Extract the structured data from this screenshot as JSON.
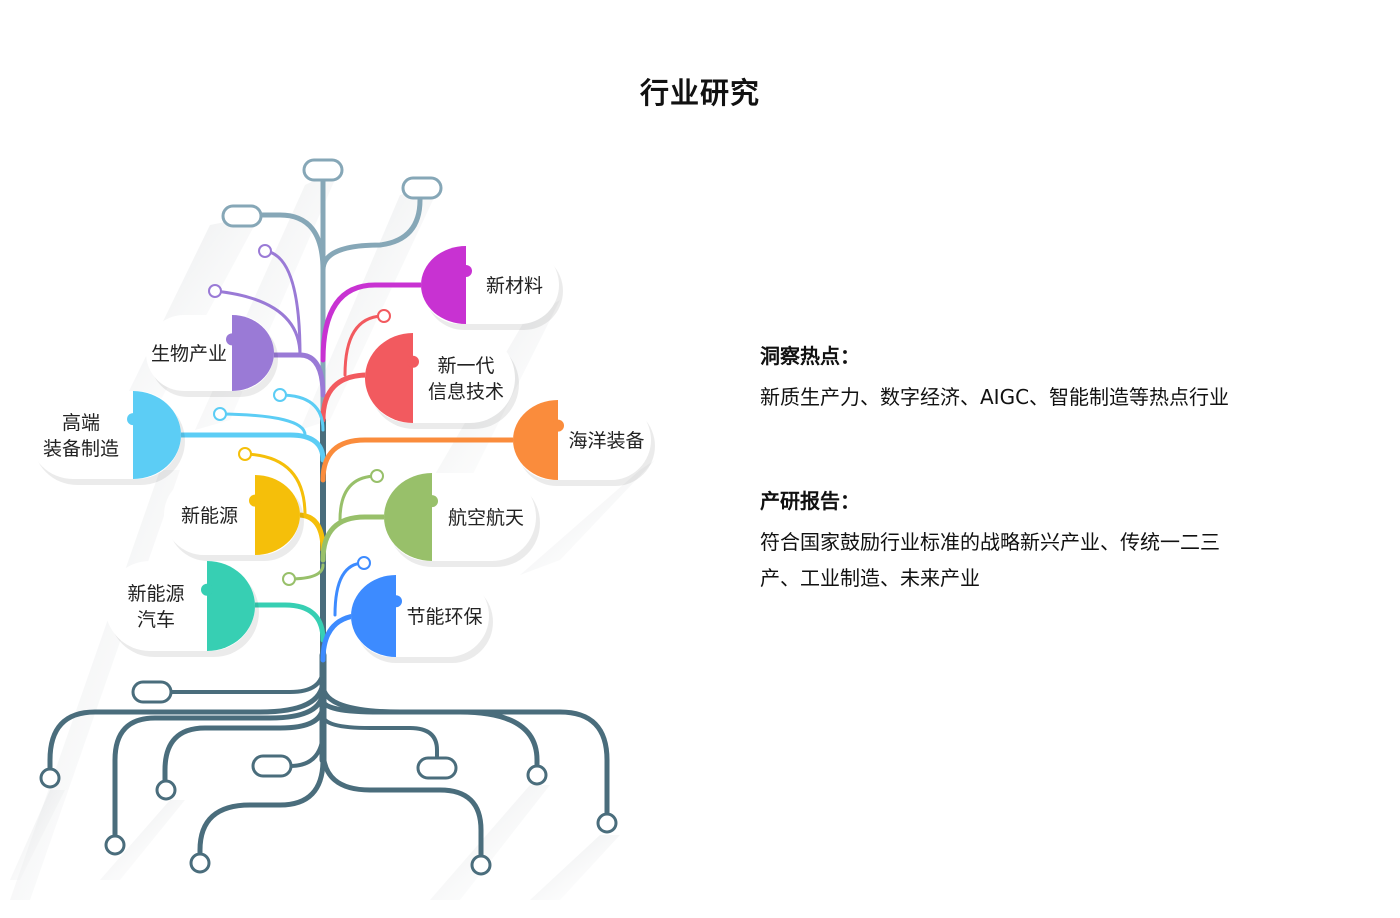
{
  "title": "行业研究",
  "leaves": [
    {
      "id": "new-materials",
      "lines": [
        "新材料"
      ],
      "color": "#c832d2"
    },
    {
      "id": "biotech",
      "lines": [
        "生物产业"
      ],
      "color": "#9a7ad6"
    },
    {
      "id": "next-gen-it",
      "lines": [
        "新一代",
        "信息技术"
      ],
      "color": "#f25a5f"
    },
    {
      "id": "high-end-equipment",
      "lines": [
        "高端",
        "装备制造"
      ],
      "color": "#5ccdf5"
    },
    {
      "id": "marine-equipment",
      "lines": [
        "海洋装备"
      ],
      "color": "#fa8c3c"
    },
    {
      "id": "new-energy",
      "lines": [
        "新能源"
      ],
      "color": "#f5bf0a"
    },
    {
      "id": "aerospace",
      "lines": [
        "航空航天"
      ],
      "color": "#98c06a"
    },
    {
      "id": "new-energy-vehicles",
      "lines": [
        "新能源",
        "汽车"
      ],
      "color": "#37cfb3"
    },
    {
      "id": "energy-saving",
      "lines": [
        "节能环保"
      ],
      "color": "#3d8bff"
    }
  ],
  "info": {
    "insights": {
      "heading": "洞察热点：",
      "body": "新质生产力、数字经济、AIGC、智能制造等热点行业"
    },
    "reports": {
      "heading": "产研报告：",
      "body": "符合国家鼓励行业标准的战略新兴产业、传统一二三产、工业制造、未来产业"
    }
  },
  "colors": {
    "trunk": "#4a6d7c",
    "upper_branch": "#86a7b7"
  }
}
